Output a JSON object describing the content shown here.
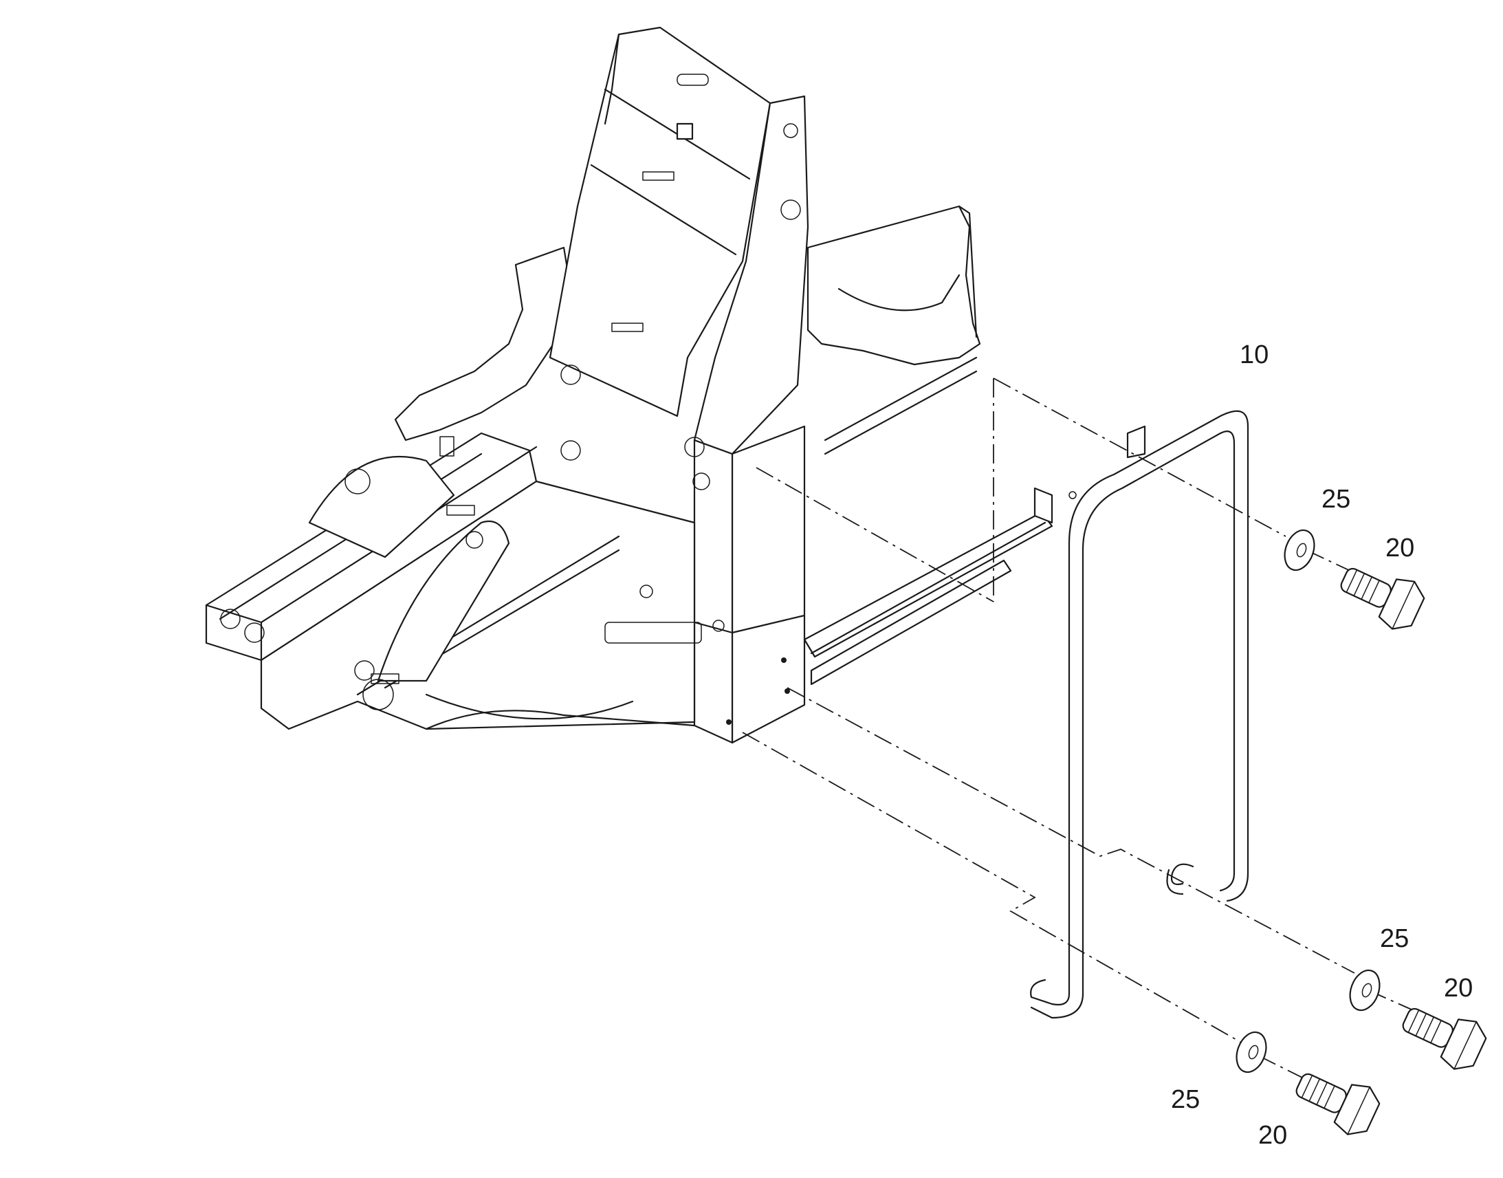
{
  "callouts": [
    {
      "id": "c10",
      "text": "10"
    },
    {
      "id": "c25a",
      "text": "25"
    },
    {
      "id": "c20a",
      "text": "20"
    },
    {
      "id": "c25b",
      "text": "25"
    },
    {
      "id": "c20b",
      "text": "20"
    },
    {
      "id": "c25c",
      "text": "25"
    },
    {
      "id": "c20c",
      "text": "20"
    }
  ]
}
